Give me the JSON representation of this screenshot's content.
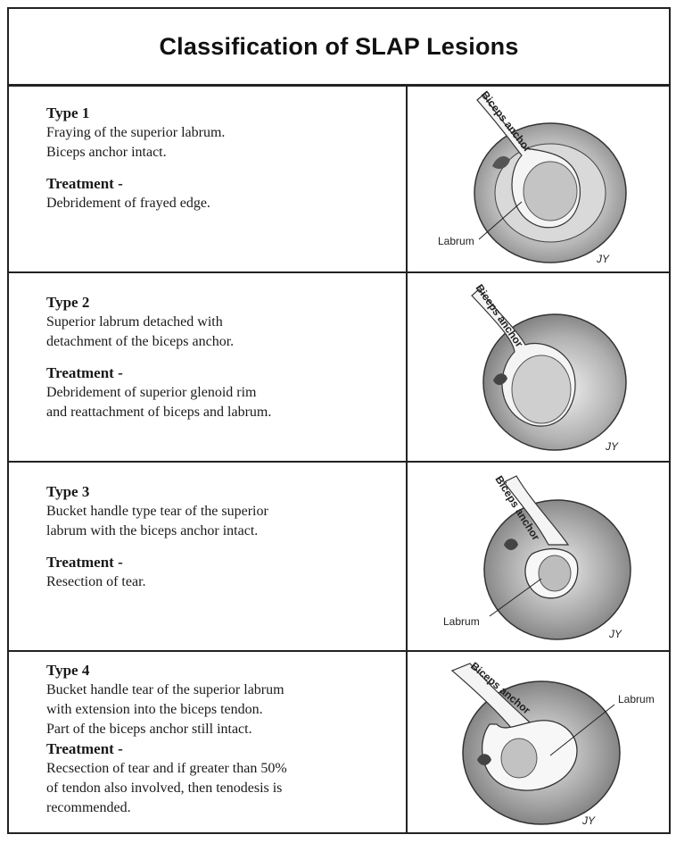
{
  "title": "Classification of SLAP Lesions",
  "rows": [
    {
      "type": "Type 1",
      "description": [
        "Fraying of the superior labrum.",
        "Biceps anchor intact."
      ],
      "treatment_heading": "Treatment -",
      "treatment": [
        "Debridement of frayed edge."
      ],
      "labels": {
        "anchor": "Biceps anchor",
        "labrum": "Labrum"
      }
    },
    {
      "type": "Type 2",
      "description": [
        "Superior labrum detached with",
        "detachment of the biceps anchor."
      ],
      "treatment_heading": "Treatment -",
      "treatment": [
        "Debridement of superior glenoid rim",
        "and reattachment of biceps and labrum."
      ],
      "labels": {
        "anchor": "Biceps anchor"
      }
    },
    {
      "type": "Type 3",
      "description": [
        "Bucket handle type tear of the superior",
        "labrum with the biceps anchor intact."
      ],
      "treatment_heading": "Treatment -",
      "treatment": [
        "Resection of tear."
      ],
      "labels": {
        "anchor": "Biceps anchor",
        "labrum": "Labrum"
      }
    },
    {
      "type": "Type 4",
      "description": [
        "Bucket handle tear of the superior labrum",
        "with extension into the biceps tendon.",
        "Part of the biceps anchor still intact."
      ],
      "treatment_heading": "Treatment -",
      "treatment": [
        "Recsection of tear and if greater than 50%",
        "of tendon also involved, then tenodesis is",
        "recommended."
      ],
      "labels": {
        "anchor": "Biceps anchor",
        "labrum": "Labrum"
      }
    }
  ],
  "signature": "JY"
}
